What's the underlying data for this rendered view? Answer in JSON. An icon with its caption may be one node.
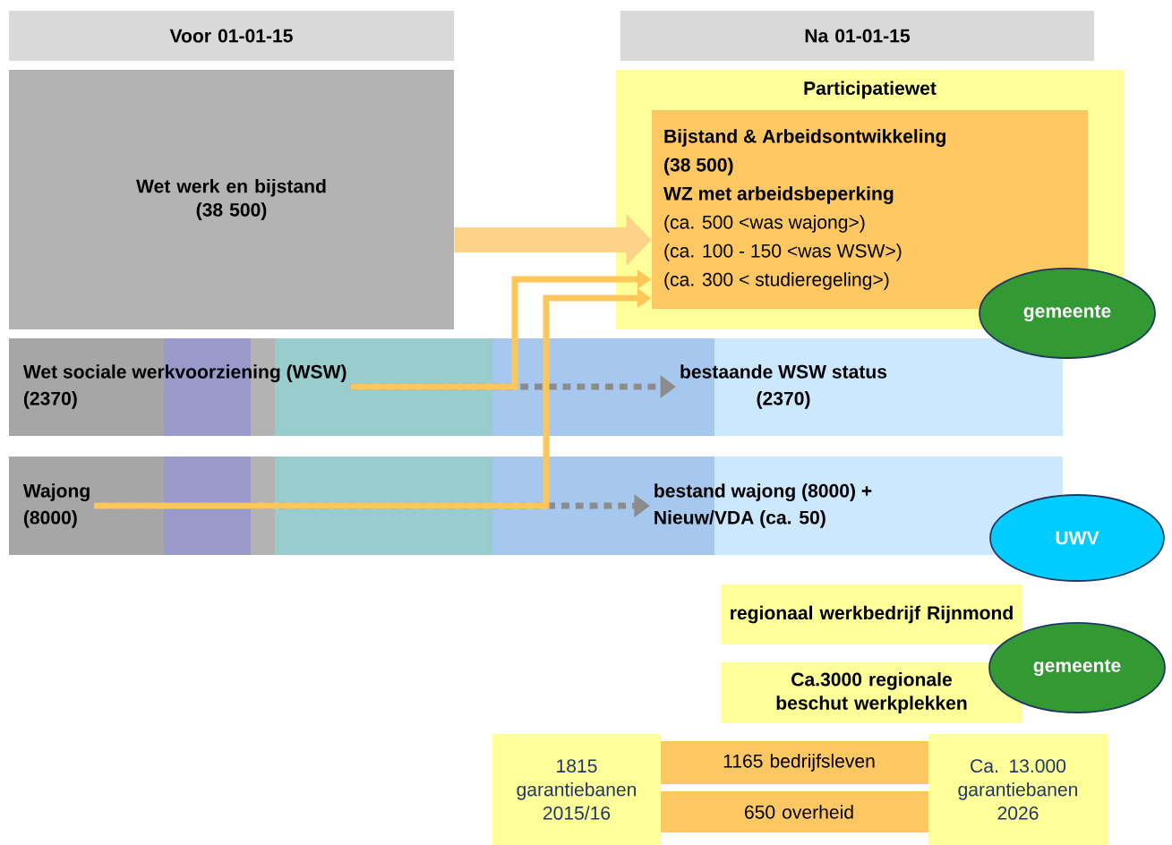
{
  "diagram": {
    "nodes": [
      {
        "text": [
          "Voor 01-01-15"
        ]
      },
      {
        "text": [
          "Na 01-01-15"
        ]
      },
      {
        "text": [
          "Wet werk en bijstand",
          "(38 500)"
        ]
      },
      {
        "text": [
          "Participatiewet"
        ]
      },
      {
        "text": [
          "Bijstand & Arbeidsontwikkeling",
          "(38 500)",
          "WZ met arbeidsbeperking",
          "(ca. 500 <was wajong>)",
          "(ca. 100 - 150 <was WSW>)",
          "(ca. 300 < studieregeling>)"
        ],
        "in": 3
      },
      {
        "text": [
          "gemeente"
        ]
      },
      {
        "text": [
          "Wet sociale werkvoorziening (WSW)",
          "(2370)"
        ]
      },
      {
        "text": [
          "bestaande WSW status",
          "(2370)"
        ]
      },
      {
        "text": [
          "Wajong",
          "(8000)"
        ]
      },
      {
        "text": [
          "bestand wajong (8000) +",
          "Nieuw/VDA (ca. 50)"
        ]
      },
      {
        "text": [
          "UWV"
        ]
      },
      {
        "text": [
          "regionaal werkbedrijf Rijnmond"
        ]
      },
      {
        "text": [
          "Ca.3000 regionale beschut werkplekken"
        ]
      },
      {
        "text": [
          "gemeente"
        ]
      },
      {
        "text": [
          "1815 garantiebanen 2015/16"
        ]
      },
      {
        "text": [
          "1165 bedrijfsleven"
        ]
      },
      {
        "text": [
          "650 overheid"
        ]
      },
      {
        "text": [
          "Ca. 13.000 garantiebanen 2026"
        ]
      }
    ],
    "edges": [
      {
        "from": 2,
        "to": 4,
        "arrow": "to",
        "style": "thick",
        "color": "#fdd38a"
      },
      {
        "from": 6,
        "to": 7,
        "arrow": "to",
        "style": "dashed",
        "color": "#8c8c8c"
      },
      {
        "from": 8,
        "to": 9,
        "arrow": "to",
        "style": "dashed",
        "color": "#8c8c8c"
      },
      {
        "from": 6,
        "to": 4,
        "arrow": "to",
        "color": "#ffc65a"
      },
      {
        "from": 8,
        "to": 4,
        "arrow": "to",
        "color": "#ffc65a"
      }
    ]
  }
}
